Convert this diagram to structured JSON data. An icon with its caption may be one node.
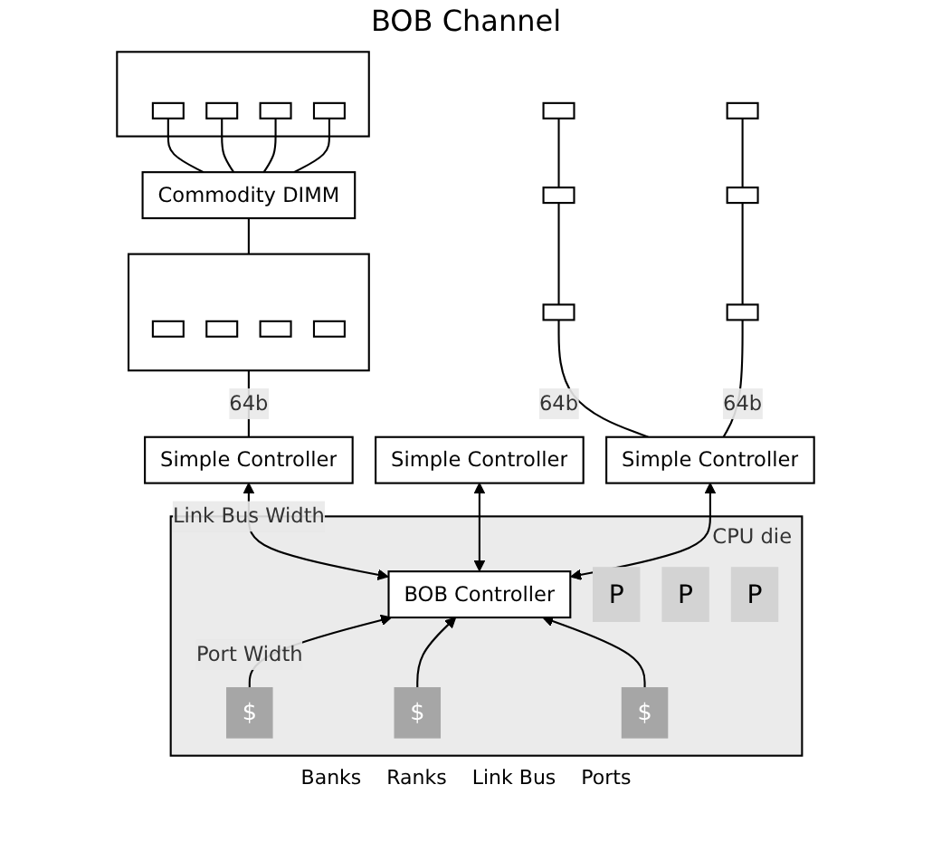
{
  "diagram": {
    "title": "BOB Channel",
    "nodes": [
      {
        "text": [],
        "shape": "box"
      },
      {
        "text": [],
        "shape": "box",
        "in": 0
      },
      {
        "text": [],
        "shape": "box",
        "in": 0
      },
      {
        "text": [],
        "shape": "box",
        "in": 0
      },
      {
        "text": [],
        "shape": "box",
        "in": 0
      },
      {
        "text": [
          "Commodity DIMM"
        ]
      },
      {
        "text": [],
        "shape": "box"
      },
      {
        "text": [],
        "shape": "box",
        "in": 6
      },
      {
        "text": [],
        "shape": "box",
        "in": 6
      },
      {
        "text": [],
        "shape": "box",
        "in": 6
      },
      {
        "text": [],
        "shape": "box",
        "in": 6
      },
      {
        "text": [],
        "shape": "box"
      },
      {
        "text": [],
        "shape": "box"
      },
      {
        "text": [],
        "shape": "box"
      },
      {
        "text": [],
        "shape": "box"
      },
      {
        "text": [],
        "shape": "box"
      },
      {
        "text": [],
        "shape": "box"
      },
      {
        "text": [
          "Simple Controller"
        ]
      },
      {
        "text": [
          "Simple Controller"
        ]
      },
      {
        "text": [
          "Simple Controller"
        ]
      },
      {
        "text": [
          "CPU die"
        ]
      },
      {
        "text": [
          "BOB Controller"
        ],
        "in": 20
      },
      {
        "text": [
          "$"
        ],
        "in": 20
      },
      {
        "text": [
          "$"
        ],
        "in": 20
      },
      {
        "text": [
          "$"
        ],
        "in": 20
      },
      {
        "text": [
          "P"
        ],
        "in": 20
      },
      {
        "text": [
          "P"
        ],
        "in": 20
      },
      {
        "text": [
          "P"
        ],
        "in": 20
      }
    ],
    "edges": [
      {
        "from": 5,
        "to": 1,
        "arrow": "none"
      },
      {
        "from": 5,
        "to": 2,
        "arrow": "none"
      },
      {
        "from": 5,
        "to": 3,
        "arrow": "none"
      },
      {
        "from": 5,
        "to": 4,
        "arrow": "none"
      },
      {
        "from": 6,
        "to": 5,
        "arrow": "none"
      },
      {
        "from": 12,
        "to": 11,
        "arrow": "none"
      },
      {
        "from": 13,
        "to": 12,
        "arrow": "none"
      },
      {
        "from": 15,
        "to": 14,
        "arrow": "none"
      },
      {
        "from": 16,
        "to": 15,
        "arrow": "none"
      },
      {
        "from": 17,
        "to": 6,
        "label": "64b",
        "arrow": "none"
      },
      {
        "from": 19,
        "to": 13,
        "label": "64b",
        "arrow": "none"
      },
      {
        "from": 19,
        "to": 16,
        "label": "64b",
        "arrow": "none"
      },
      {
        "from": 21,
        "to": 17,
        "label": "Link Bus Width",
        "arrow": "both"
      },
      {
        "from": 21,
        "to": 18,
        "arrow": "both"
      },
      {
        "from": 21,
        "to": 19,
        "arrow": "both"
      },
      {
        "from": 22,
        "to": 21,
        "label": "Port Width",
        "arrow": "to"
      },
      {
        "from": 23,
        "to": 21,
        "arrow": "to"
      },
      {
        "from": 24,
        "to": 21,
        "arrow": "to"
      }
    ],
    "labels": [
      "Banks",
      "Ranks",
      "Link Bus",
      "Ports"
    ]
  }
}
